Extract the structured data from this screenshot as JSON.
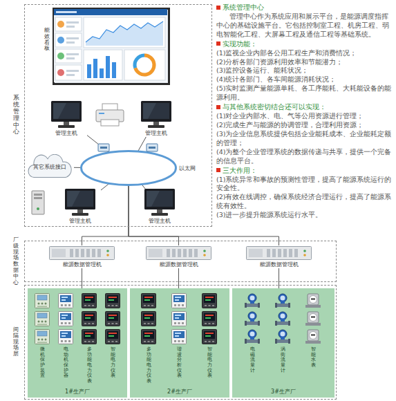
{
  "diagram": {
    "nodes": [
      {
        "text": [
          "系统管理中心"
        ]
      },
      {
        "text": [
          "能效看板"
        ],
        "in": 0
      },
      {
        "text": [
          "管理主机"
        ],
        "in": 0
      },
      {
        "text": [
          "管理主机"
        ],
        "in": 0
      },
      {
        "text": [
          "其它系统接口"
        ],
        "in": 0
      },
      {
        "text": [
          "管理主机"
        ],
        "in": 0
      },
      {
        "text": [
          "管理主机"
        ],
        "in": 0
      },
      {
        "text": [
          "以太网"
        ],
        "in": 0
      },
      {
        "text": [
          "厂级现场数据中心"
        ]
      },
      {
        "text": [
          "能源数据管理机"
        ],
        "in": 8
      },
      {
        "text": [
          "能源数据管理机"
        ],
        "in": 8
      },
      {
        "text": [
          "能源数据管理机"
        ],
        "in": 8
      },
      {
        "text": [
          "间隔现场层"
        ]
      },
      {
        "text": [
          "1#生产厂"
        ],
        "in": 12
      },
      {
        "text": [
          "2#生产厂"
        ],
        "in": 12
      },
      {
        "text": [
          "3#生产厂"
        ],
        "in": 12
      }
    ],
    "edges": [
      {
        "from": 2,
        "to": 7,
        "arrow": "none"
      },
      {
        "from": 3,
        "to": 7,
        "arrow": "none"
      },
      {
        "from": 4,
        "to": 7,
        "arrow": "none"
      },
      {
        "from": 5,
        "to": 7,
        "arrow": "none"
      },
      {
        "from": 6,
        "to": 7,
        "arrow": "none"
      },
      {
        "from": 7,
        "to": 9,
        "arrow": "none"
      },
      {
        "from": 7,
        "to": 10,
        "arrow": "none"
      },
      {
        "from": 7,
        "to": 11,
        "arrow": "none"
      },
      {
        "from": 9,
        "to": 13,
        "arrow": "none"
      },
      {
        "from": 10,
        "to": 14,
        "arrow": "none"
      },
      {
        "from": 11,
        "to": 15,
        "arrow": "none"
      }
    ],
    "labels": [
      "系统管理中心",
      "管理中心作为系统应用和展示平台，是能源调度指挥中心的基础设施平台。它包括控制室工程、机房工程、弱电智能化工程、大屏幕工程及通信工程等基础系统。",
      "实现功能：",
      "(1)监视企业内部各公用工程生产和消费情况；",
      "(2)分析各部门资源利用效率和节能潜力；",
      "(3)监控设备运行、能耗状况；",
      "(4)统计各部门、各车间能源消耗状况；",
      "(5)实时监测产量能源单耗、各工序能耗、大耗能设备的能源利用。",
      "与其他系统密切结合还可以实现：",
      "(1)对企业内部水、电、气等公用资源进行管理；",
      "(2)完成生产与能源的协调管理，合理利用资源；",
      "(3)为企业信息系统提供包括企业能耗成本、企业能耗定额的管理；",
      "(4)为整个企业管理系统的数据传递与共享，提供一个完备的信息平台。",
      "三大作用：",
      "(1)系统异常和事故的预测性管理，提高了能源系统运行的安全性。",
      "(2)有效在线调控，确保系统经济合理运行，提高了能源系统有效性。",
      "(3)进一步提升能源系统运行水平。",
      "微机保护装置",
      "电动机保护器",
      "多功能电力仪表",
      "智能电力仪表",
      "多功能电力仪表",
      "谐波分析仪表",
      "智能电力仪表",
      "电磁流量计",
      "涡街流量计",
      "智能水表"
    ]
  }
}
